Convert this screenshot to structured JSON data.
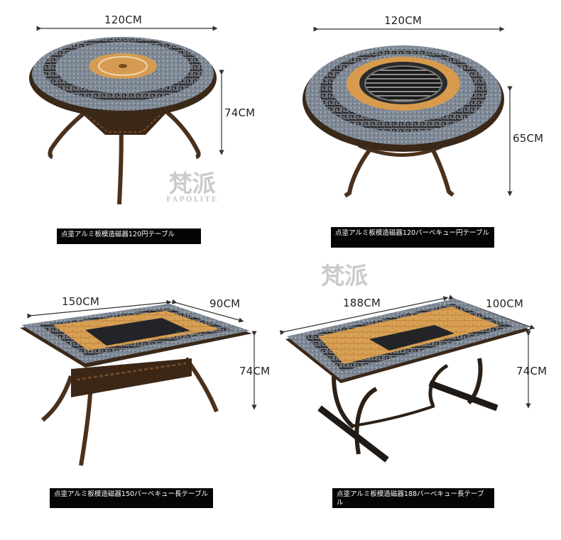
{
  "watermark": {
    "brand": "梵派",
    "sub": "FAPOLITE"
  },
  "products": [
    {
      "id": "round-120",
      "width": "120CM",
      "height": "74CM",
      "caption": "点塗アルミ板模造磁器120円テーブル"
    },
    {
      "id": "round-bbq-120",
      "width": "120CM",
      "height": "65CM",
      "caption": "点塗アルミ板模造磁器120バーベキュー円テーブル"
    },
    {
      "id": "rect-bbq-150",
      "width": "150CM",
      "depth": "90CM",
      "height": "74CM",
      "caption": "点塗アルミ板模造磁器150バーベキュー長テーブル"
    },
    {
      "id": "rect-bbq-188",
      "width": "188CM",
      "depth": "100CM",
      "height": "74CM",
      "caption": "点塗アルミ板模造磁器188バーベキュー長テーブル"
    }
  ],
  "colors": {
    "bronze": "#5a3a22",
    "tile-grey": "#7d8794",
    "tile-dark": "#2d2f34",
    "tile-amber": "#d59a4c",
    "caption-bg": "#050505"
  }
}
